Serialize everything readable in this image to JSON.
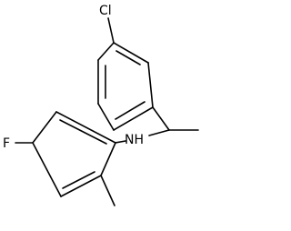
{
  "molecule": {
    "atoms": {
      "chlorine": "Cl",
      "amine": "NH",
      "fluorine": "F"
    },
    "colors": {
      "bond": "#000000",
      "label": "#000000",
      "background": "#ffffff"
    }
  }
}
